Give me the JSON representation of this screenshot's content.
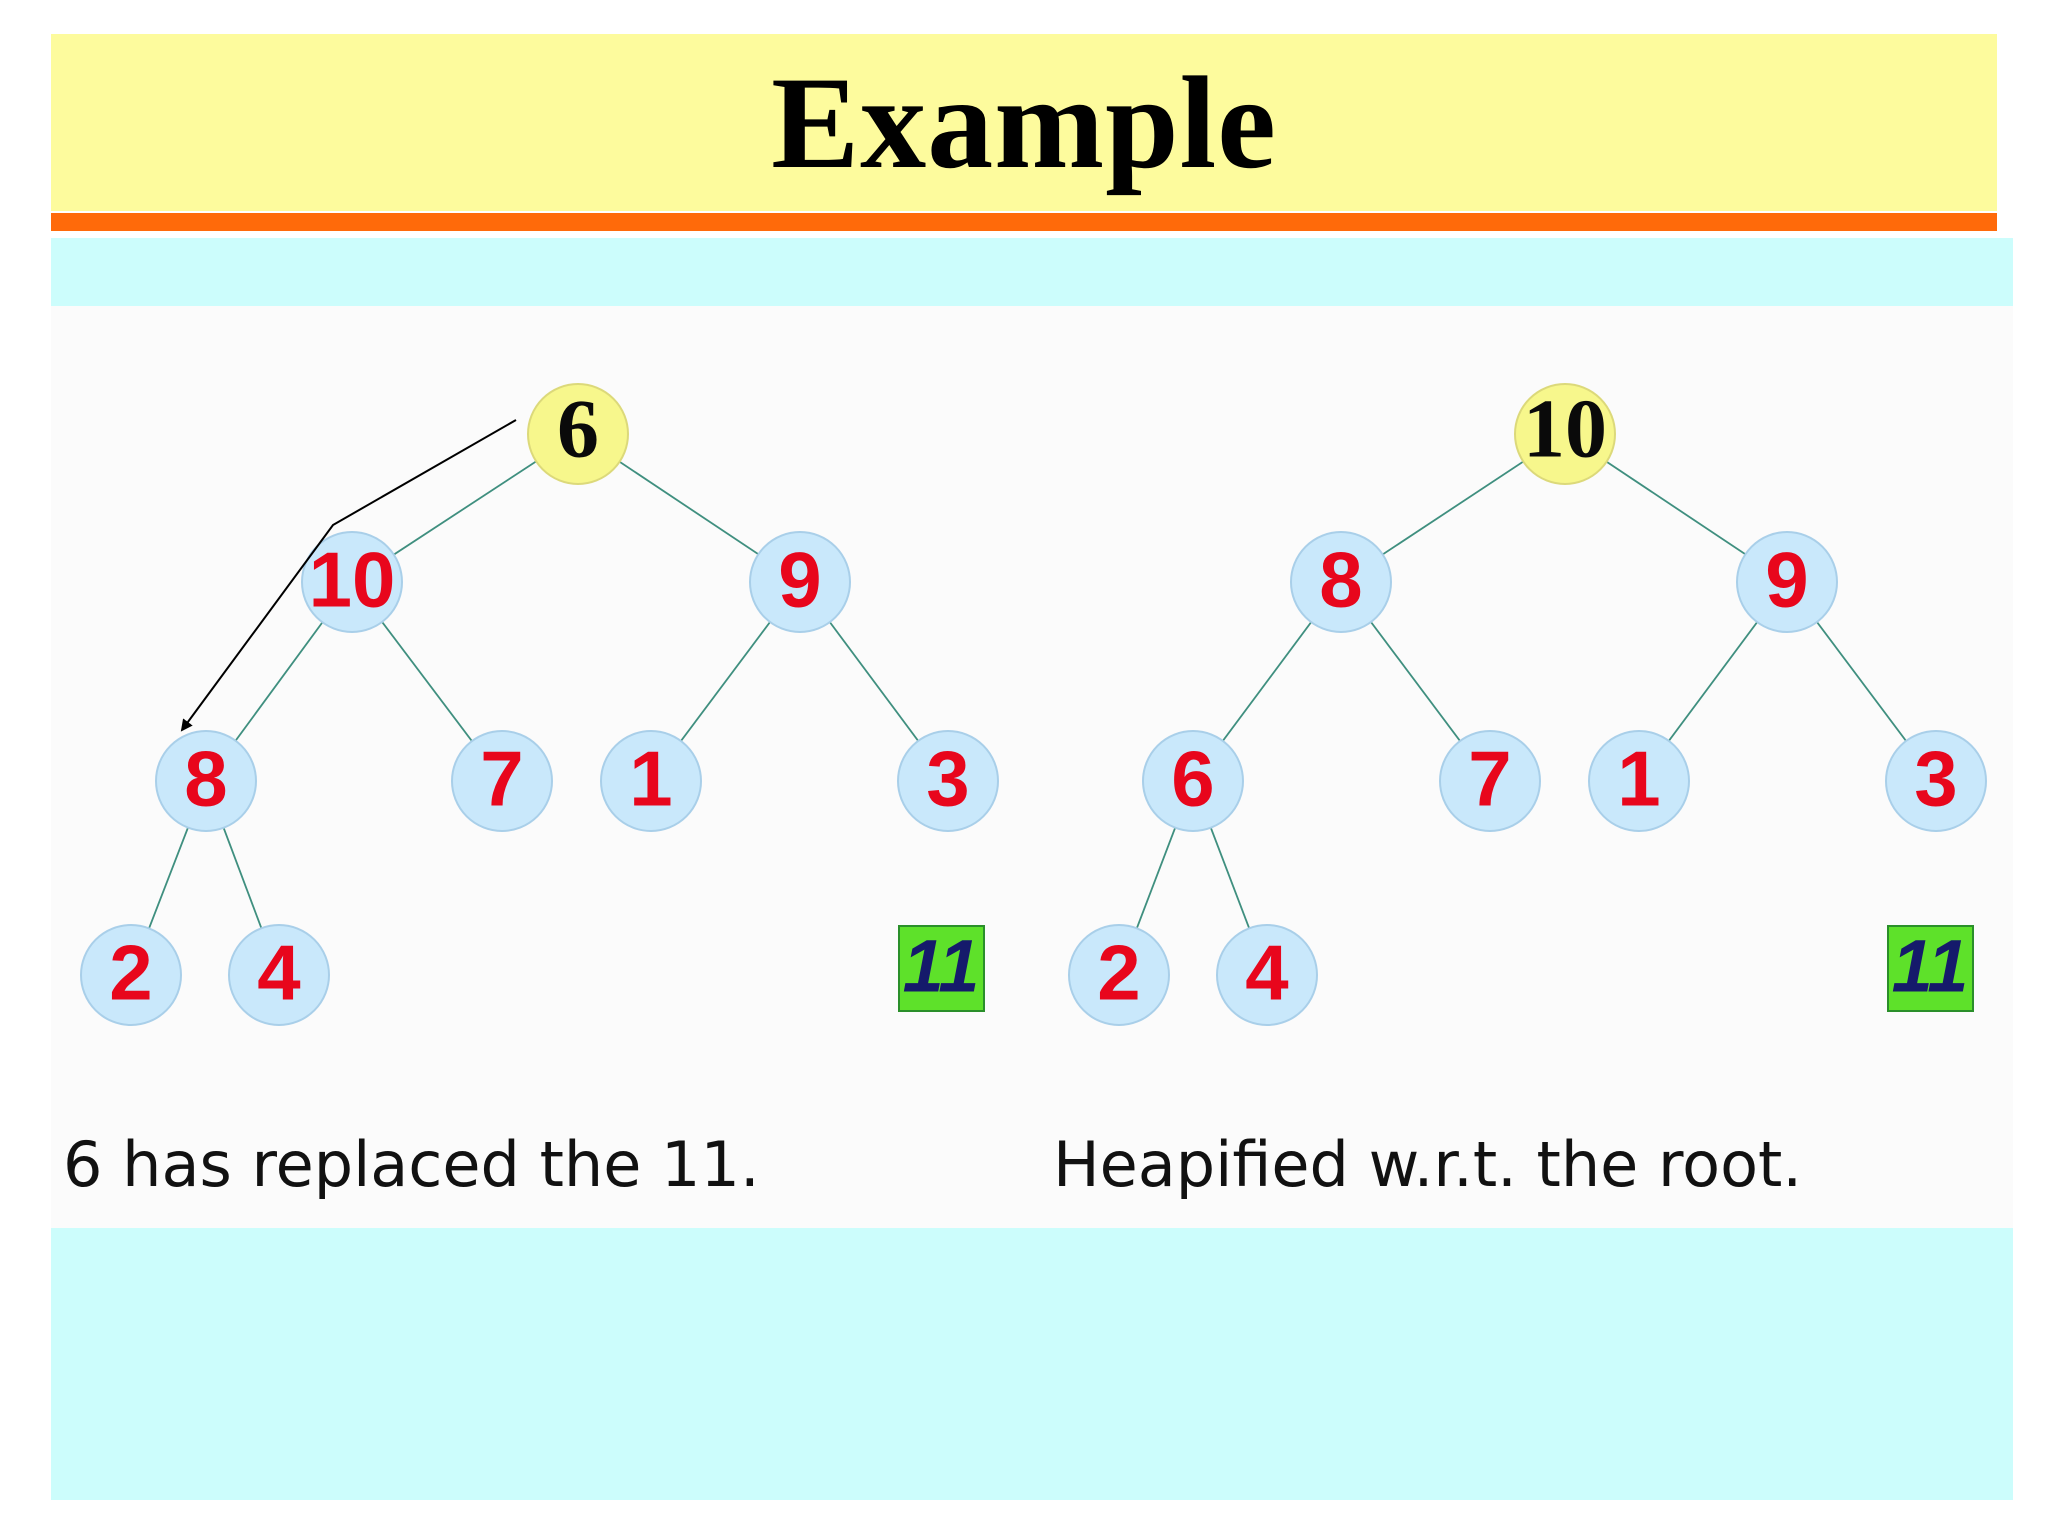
{
  "title": "Example",
  "colors": {
    "title_band": "#fdfb9d",
    "rule_bar": "#ff6a0a",
    "content_band": "#ccfdfc",
    "node_fill": "#c9e8fb",
    "root_fill": "#f7f78c",
    "node_text": "#e8061c",
    "extracted_fill": "#5ee12a",
    "extracted_text": "#151a6b",
    "edge": "#3f8f7f"
  },
  "trees": [
    {
      "caption": "6 has replaced the 11.",
      "root": "6",
      "level1": [
        "10",
        "9"
      ],
      "level2": [
        "8",
        "7",
        "1",
        "3"
      ],
      "level3": [
        "2",
        "4"
      ],
      "extracted": "11"
    },
    {
      "caption": "Heapified w.r.t. the root.",
      "root": "10",
      "level1": [
        "8",
        "9"
      ],
      "level2": [
        "6",
        "7",
        "1",
        "3"
      ],
      "level3": [
        "2",
        "4"
      ],
      "extracted": "11"
    }
  ]
}
